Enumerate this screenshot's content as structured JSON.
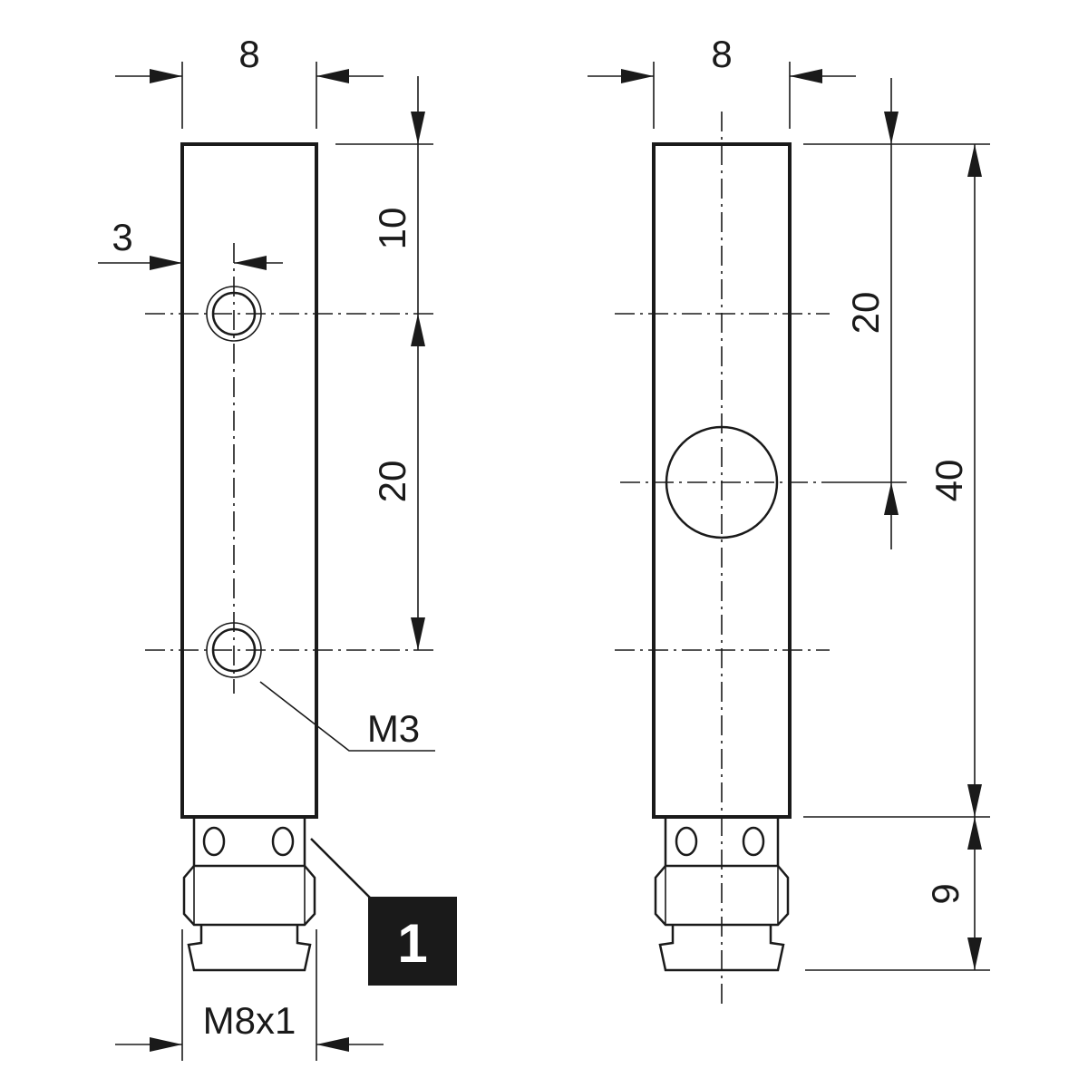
{
  "left_view": {
    "width_label": "8",
    "hole_offset_label": "3",
    "top_to_hole_label": "10",
    "hole_spacing_label": "20",
    "thread_hole_label": "M3",
    "connector_thread_label": "M8x1",
    "callout_number": "1"
  },
  "right_view": {
    "width_label": "8",
    "top_to_center_label": "20",
    "body_length_label": "40",
    "connector_length_label": "9"
  },
  "colors": {
    "line": "#1a1a1a",
    "background": "#ffffff",
    "callout_fill": "#1a1a1a",
    "callout_text": "#ffffff"
  }
}
